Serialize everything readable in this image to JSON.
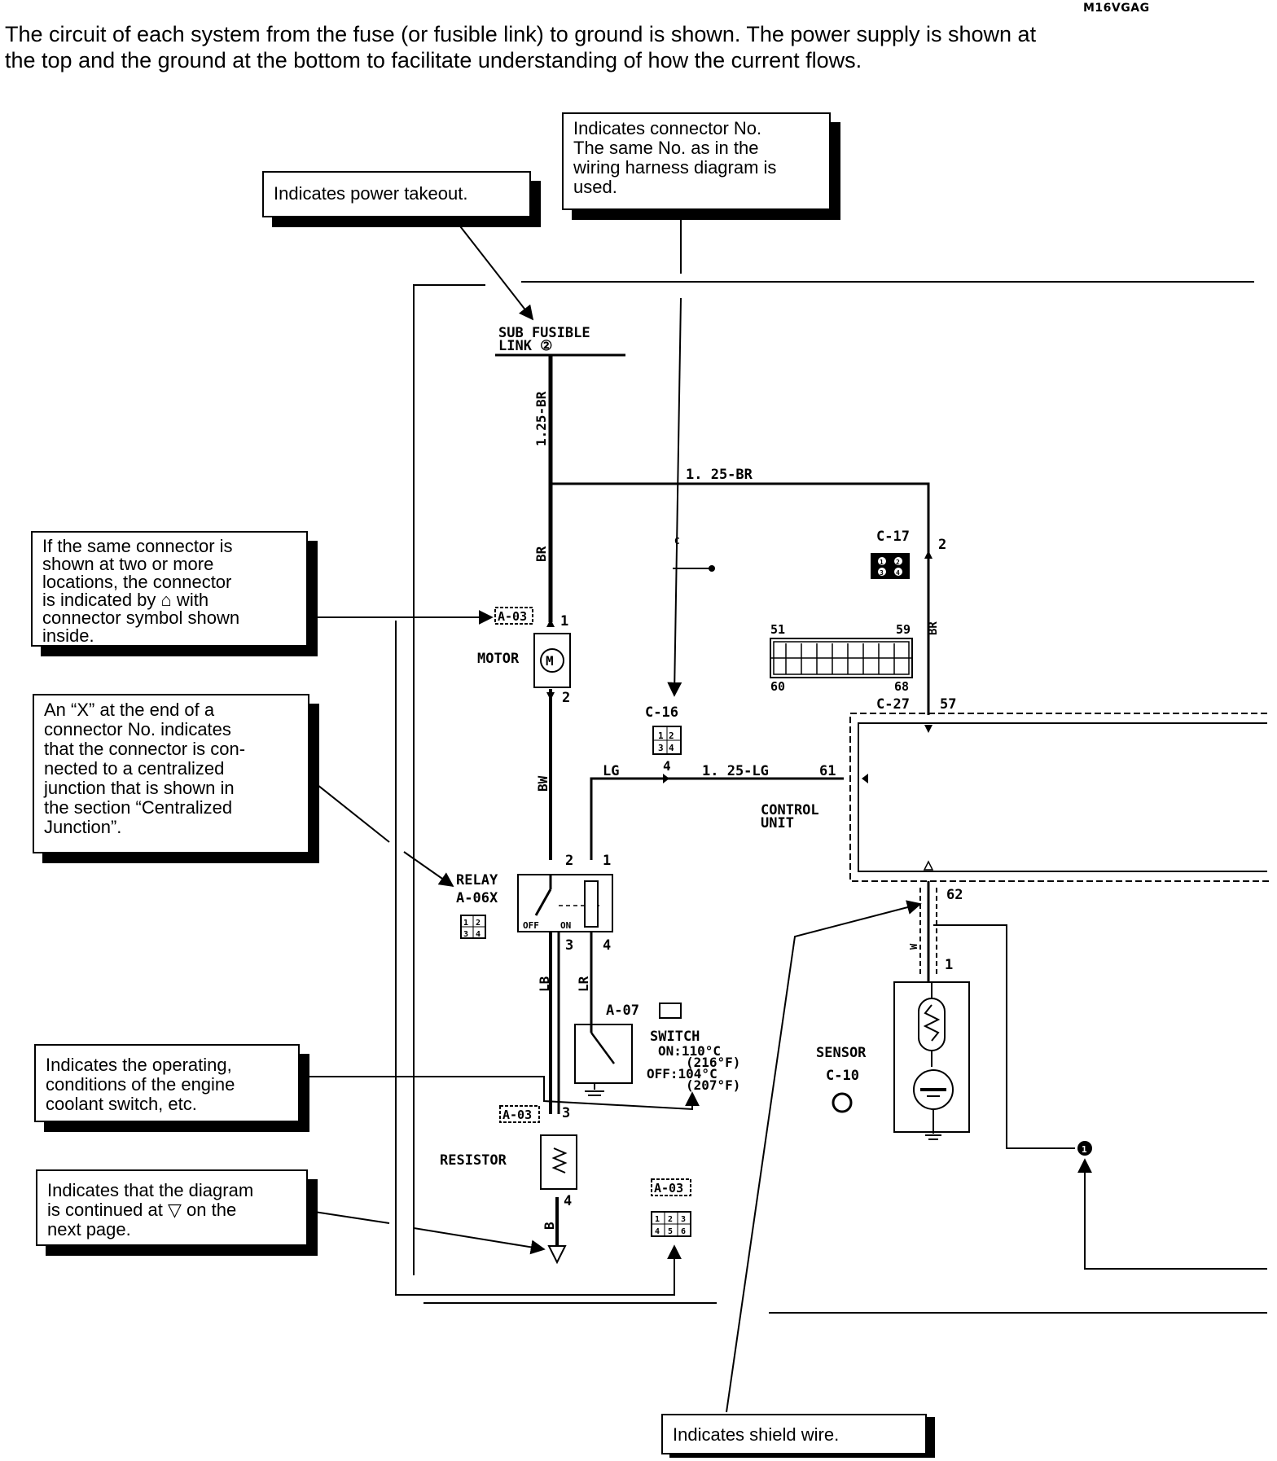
{
  "header": {
    "code": "M16VGAG",
    "intro_lines": [
      "The circuit of each system from the fuse (or fusible link) to ground is shown. The power supply is shown at",
      "the top and the ground at the bottom to facilitate understanding of how the current flows."
    ]
  },
  "callouts": {
    "power_takeout": [
      "Indicates power takeout."
    ],
    "connector_no": [
      "Indicates connector No.",
      "The same No. as in the",
      "wiring harness diagram is",
      "used."
    ],
    "same_connector": [
      "If the same connector is",
      "shown at two or more",
      "locations, the connector",
      "is indicated by ⌂ with",
      "connector symbol shown",
      "inside."
    ],
    "x_connector": [
      "An “X” at the end of a",
      "connector No. indicates",
      "that the connector is con-",
      "nected to a centralized",
      "junction that is shown in",
      "the section “Centralized",
      "Junction”."
    ],
    "operating_conditions": [
      "Indicates the operating,",
      "conditions of the engine",
      "coolant switch, etc."
    ],
    "continued": [
      "Indicates that the diagram",
      "is continued at ▽ on the",
      "next page."
    ],
    "shield_wire": [
      "Indicates shield wire."
    ]
  },
  "diagram": {
    "sub_fusible_link": [
      "SUB FUSIBLE",
      "LINK ②"
    ],
    "wire_labels": {
      "w_125br_vertical": "1.25-BR",
      "w_125br_horizontal": "1. 25-BR",
      "w_br": "BR",
      "w_bw": "BW",
      "w_lg": "LG",
      "w_125lg": "1. 25-LG",
      "w_lb": "LB",
      "w_lr": "LR",
      "w_b": "B",
      "w_w": "W",
      "w_br_right": "BR"
    },
    "components": {
      "motor": "MOTOR",
      "relay": [
        "RELAY",
        "A-06X"
      ],
      "relay_off": "OFF",
      "relay_on": "ON",
      "switch": [
        "SWITCH",
        "ON:110°C",
        "(216°F)",
        "OFF:104°C",
        "(207°F)"
      ],
      "switch_conn": "A-07",
      "resistor": "RESISTOR",
      "control_unit": [
        "CONTROL",
        "UNIT"
      ],
      "sensor": [
        "SENSOR",
        "C-10"
      ]
    },
    "connectors": {
      "a03": "A-03",
      "c16": "C-16",
      "c17": "C-17",
      "c27": "C-27",
      "c": "C"
    },
    "pins": {
      "motor_in": "1",
      "motor_out": "2",
      "relay_2": "2",
      "relay_1": "1",
      "relay_3": "3",
      "relay_4": "4",
      "c16_pin": "4",
      "cu_61": "61",
      "cu_57": "57",
      "cu_62": "62",
      "c17_pin": "2",
      "c27_51": "51",
      "c27_59": "59",
      "c27_60": "60",
      "c27_68": "68",
      "resistor_3": "3",
      "resistor_4": "4",
      "sensor_1": "1",
      "c16_grid": [
        "1",
        "2",
        "3",
        "4"
      ],
      "relay_grid": [
        "1",
        "2",
        "3",
        "4"
      ],
      "a03_grid": [
        "1",
        "2",
        "3",
        "4",
        "5",
        "6"
      ],
      "c17_grid": [
        "1",
        "2",
        "3",
        "4"
      ],
      "continue_marker": "1"
    }
  }
}
